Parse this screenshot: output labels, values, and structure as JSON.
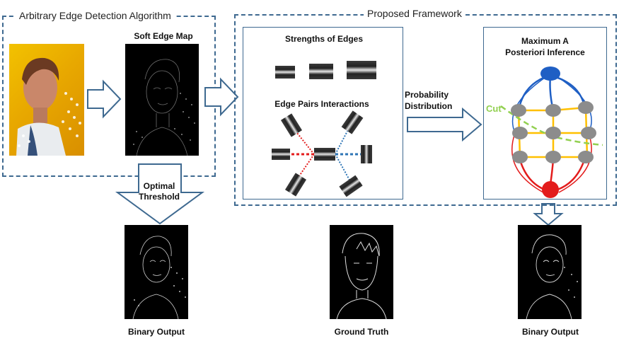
{
  "left_box": {
    "title": "Arbitrary Edge Detection Algorithm",
    "map_label": "Soft Edge Map"
  },
  "threshold_label": {
    "line1": "Optimal",
    "line2": "Threshold"
  },
  "framework": {
    "title": "Proposed Framework",
    "strengths_label": "Strengths of Edges",
    "pairs_label": "Edge Pairs Interactions",
    "prob_label": {
      "line1": "Probability",
      "line2": "Distribution"
    },
    "map_title": {
      "line1": "Maximum A",
      "line2": "Posteriori Inference"
    },
    "cut_label": "Cut"
  },
  "outputs": [
    {
      "label": "Binary Output"
    },
    {
      "label": "Ground Truth"
    },
    {
      "label": "Binary Output"
    }
  ],
  "colors": {
    "frame": "#3e6990",
    "source": "#1f5fc4",
    "sink": "#e31c1c",
    "node": "#8c8c8c",
    "edge": "#ffc000",
    "cut": "#92d050",
    "pos_interaction": "#e31c1c",
    "neg_interaction": "#2e75b6"
  }
}
